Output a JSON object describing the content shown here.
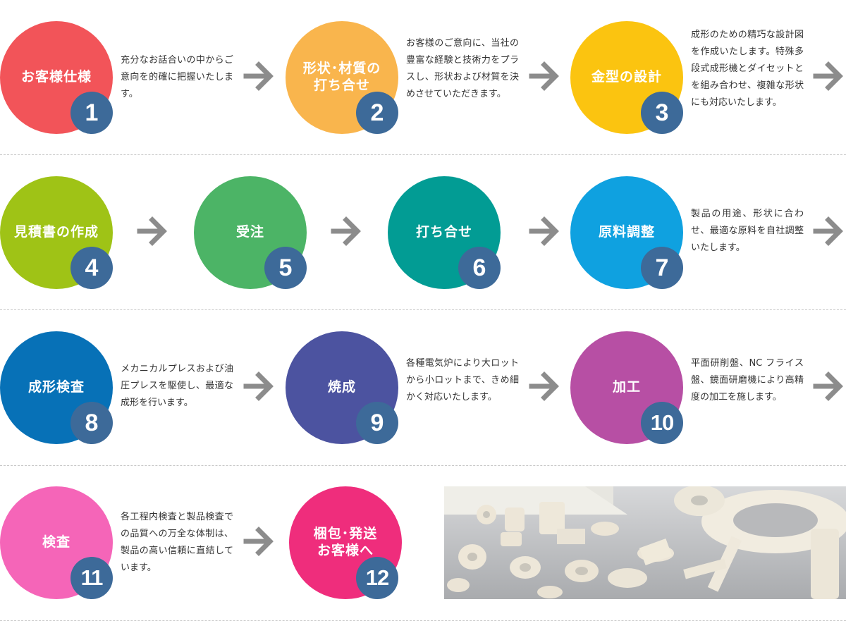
{
  "steps": [
    {
      "num": "1",
      "title": "お客様仕様",
      "desc": "充分なお話合いの中からご意向を的確に把握いたします。",
      "color": "#f25459"
    },
    {
      "num": "2",
      "title": "形状･材質の\n打ち合せ",
      "desc": "お客様のご意向に、当社の豊富な経験と技術力をプラスし、形状および材質を決めさせていただきます。",
      "color": "#f9b54d"
    },
    {
      "num": "3",
      "title": "金型の設計",
      "desc": "成形のための精巧な設計図を作成いたします。特殊多段式成形機とダイセットとを組み合わせ、複雑な形状にも対応いたします。",
      "color": "#fbc410"
    },
    {
      "num": "4",
      "title": "見積書の作成",
      "desc": "",
      "color": "#9fc316"
    },
    {
      "num": "5",
      "title": "受注",
      "desc": "",
      "color": "#4cb466"
    },
    {
      "num": "6",
      "title": "打ち合せ",
      "desc": "",
      "color": "#029c94"
    },
    {
      "num": "7",
      "title": "原料調整",
      "desc": "製品の用途、形状に合わせ、最適な原料を自社調整いたします。",
      "color": "#0fa1e0"
    },
    {
      "num": "8",
      "title": "成形検査",
      "desc": "メカニカルプレスおよび油圧プレスを駆使し、最適な成形を行います。",
      "color": "#0771b7"
    },
    {
      "num": "9",
      "title": "焼成",
      "desc": "各種電気炉により大ロットから小ロットまで、きめ細かく対応いたします。",
      "color": "#4c53a0"
    },
    {
      "num": "10",
      "title": "加工",
      "desc": "平面研削盤、NC フライス盤、鏡面研磨機により高精度の加工を施します。",
      "color": "#b74fa4"
    },
    {
      "num": "11",
      "title": "検査",
      "desc": "各工程内検査と製品検査での品質への万全な体制は、製品の高い信頼に直結しています。",
      "color": "#f565b8"
    },
    {
      "num": "12",
      "title": "梱包･発送\nお客様へ",
      "desc": "",
      "color": "#ef2d7c"
    }
  ],
  "icons": {
    "arrow": "arrow-right-icon"
  },
  "colors": {
    "number_badge": "#3d6a99",
    "arrow": "#8c8c8c",
    "divider": "#c8c8c8"
  }
}
